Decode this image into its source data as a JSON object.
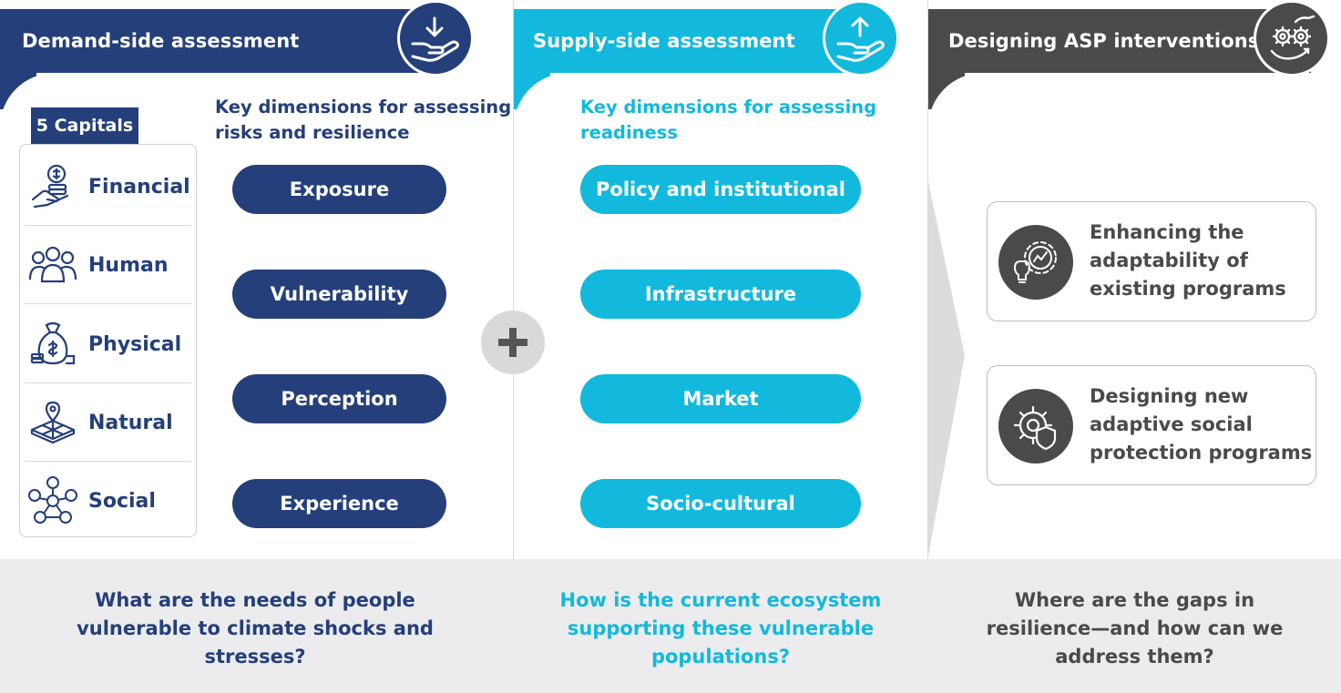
{
  "demand": {
    "title": "Demand-side assessment",
    "capitals_tag": "5 Capitals",
    "capitals": [
      {
        "label": "Financial",
        "icon": "hand-coin-icon"
      },
      {
        "label": "Human",
        "icon": "people-group-icon"
      },
      {
        "label": "Physical",
        "icon": "money-bag-icon"
      },
      {
        "label": "Natural",
        "icon": "land-pin-icon"
      },
      {
        "label": "Social",
        "icon": "network-people-icon"
      }
    ],
    "subhead_line1": "Key dimensions for assessing",
    "subhead_line2": "risks and resilience",
    "dimensions": [
      "Exposure",
      "Vulnerability",
      "Perception",
      "Experience"
    ],
    "question_line1": "What are the needs of people",
    "question_line2": "vulnerable to climate shocks and",
    "question_line3": "stresses?"
  },
  "supply": {
    "title": "Supply-side assessment",
    "subhead_line1": "Key dimensions for assessing",
    "subhead_line2": "readiness",
    "dimensions": [
      "Policy and institutional",
      "Infrastructure",
      "Market",
      "Socio-cultural"
    ],
    "question_line1": "How is the current ecosystem",
    "question_line2": "supporting these vulnerable",
    "question_line3": "populations?"
  },
  "design": {
    "title": "Designing ASP interventions",
    "cards": [
      {
        "line1": "Enhancing the",
        "line2": "adaptability of",
        "line3": "existing programs",
        "icon": "lightbulb-gear-icon"
      },
      {
        "line1": "Designing new",
        "line2": "adaptive social",
        "line3": "protection programs",
        "icon": "gear-shield-icon"
      }
    ],
    "question_line1": "Where are the gaps in",
    "question_line2": "resilience—and how can we",
    "question_line3": "address them?"
  },
  "colors": {
    "navy": "#243f7a",
    "cyan": "#12b9dc",
    "gray": "#4a4a4a",
    "band": "#ececee"
  }
}
